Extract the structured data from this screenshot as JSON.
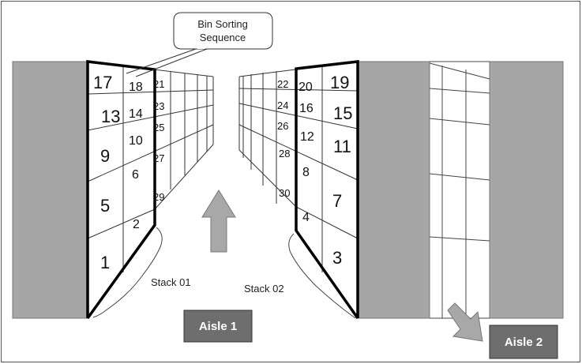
{
  "callout": {
    "line1": "Bin Sorting",
    "line2": "Sequence"
  },
  "stacks": {
    "stack1": "Stack 01",
    "stack2": "Stack 02"
  },
  "aisles": {
    "aisle1": "Aisle 1",
    "aisle2": "Aisle 2"
  },
  "bins": {
    "b1": "1",
    "b2": "2",
    "b3": "3",
    "b4": "4",
    "b5": "5",
    "b6": "6",
    "b7": "7",
    "b8": "8",
    "b9": "9",
    "b10": "10",
    "b11": "11",
    "b12": "12",
    "b13": "13",
    "b14": "14",
    "b15": "15",
    "b16": "16",
    "b17": "17",
    "b18": "18",
    "b19": "19",
    "b20": "20",
    "b21": "21",
    "b22": "22",
    "b23": "23",
    "b24": "24",
    "b25": "25",
    "b26": "26",
    "b27": "27",
    "b28": "28",
    "b29": "29",
    "b30": "30"
  },
  "colors": {
    "wall": "#a6a6a6",
    "aisle_box": "#6e6e6e",
    "arrow": "#a8a8a8",
    "frame": "#000000"
  }
}
